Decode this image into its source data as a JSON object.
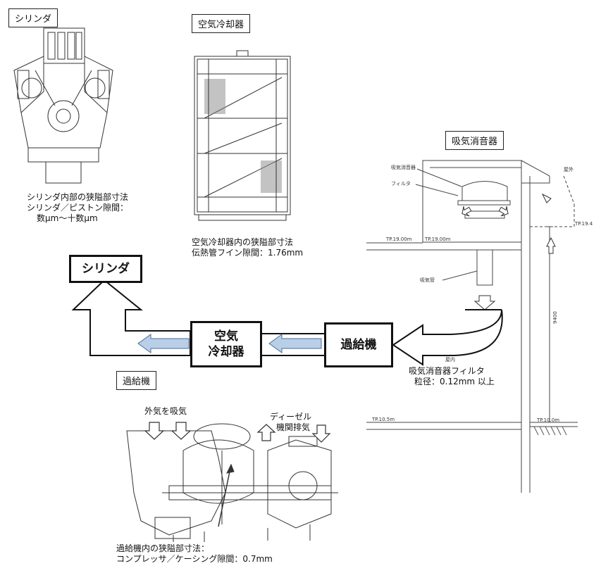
{
  "labels": {
    "cylinder_tag": "シリンダ",
    "aircooler_tag": "空気冷却器",
    "silencer_tag": "吸気消音器",
    "turbo_tag": "過給機"
  },
  "captions": {
    "cylinder": [
      "シリンダ内部の狭隘部寸法",
      "シリンダ／ピストン隙間：",
      "数μm～十数μm"
    ],
    "aircooler": [
      "空気冷却器内の狭隘部寸法",
      "伝熱管フイン隙間：1.76mm"
    ],
    "silencer": [
      "吸気消音器フィルタ",
      "粒径：0.12mm 以上"
    ],
    "turbo": [
      "過給機内の狭隘部寸法：",
      "コンプレッサ／ケーシング隙間：0.7mm"
    ]
  },
  "flow": {
    "cylinder": "シリンダ",
    "aircooler": [
      "空気",
      "冷却器"
    ],
    "turbo": "過給機"
  },
  "turbo_arrows": {
    "intake": "外気を吸気",
    "exhaust": [
      "ディーゼル",
      "機関排気"
    ]
  },
  "drawing_notes": {
    "silencer_body": "吸気消音器",
    "filter": "フィルタ",
    "intake_pipe": "吸気管",
    "outdoor": "屋外",
    "indoor": "屋内",
    "tp_upper_left": "TP.19.00m",
    "tp_upper_mid": "TP.19.00m",
    "tp_upper_right": "TP.19.4",
    "tp_lower_left": "TP.10.5m",
    "tp_lower_right": "TP.10.0m",
    "height_dim": "9400"
  },
  "colors": {
    "flow_arrow_fill": "#b9cfe8",
    "line": "#111111"
  }
}
